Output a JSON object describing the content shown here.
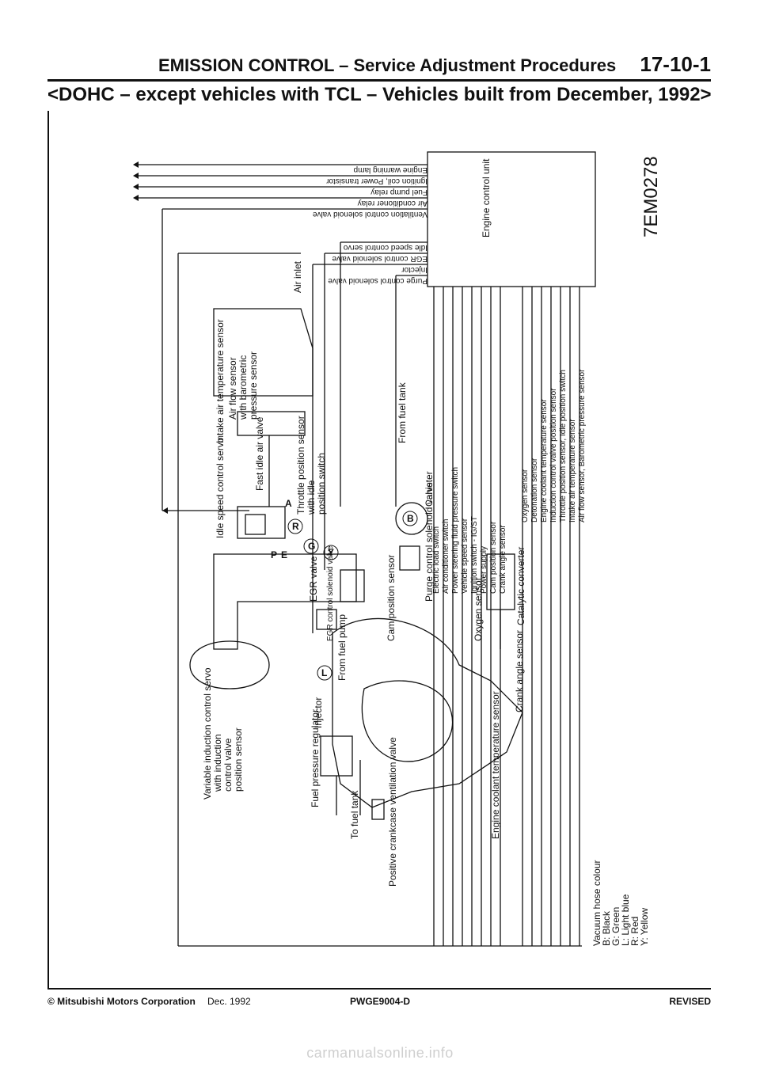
{
  "header": {
    "title": "EMISSION CONTROL – Service Adjustment Procedures",
    "page_number": "17-10-1",
    "subtitle": "<DOHC – except vehicles with TCL – Vehicles built from December, 1992>"
  },
  "diagram": {
    "code": "7EM0278",
    "ecu_label": "Engine control unit",
    "ecu_outputs": [
      "Engine warning lamp",
      "Ignition coil, Power transistor",
      "Fuel pump relay",
      "Air conditioner relay",
      "Ventilation control solenoid valve",
      "Idle speed control servo",
      "EGR control solenoid valve",
      "Injector",
      "Purge control solenoid valve"
    ],
    "ecu_inputs_a": [
      "Electric load switch",
      "Air conditioner switch",
      "Power steering fluid pressure switch",
      "Vehicle speed sensor",
      "Ignition switch - IG/ST",
      "Power supply",
      "Cam position sensor",
      "Crank angle sensor"
    ],
    "ecu_inputs_b": [
      "Oxygen sensor",
      "Detonation sensor",
      "Engine coolant temperature sensor",
      "Induction control valve position sensor",
      "Throttle position sensor, Idle position switch",
      "Intake air temperature sensor",
      "Air flow sensor, Barometric pressure sensor"
    ],
    "components": {
      "intake_air_temp": "Intake air temperature sensor",
      "air_flow": "Air flow sensor",
      "air_flow_detail1": "with barometric",
      "air_flow_detail2": "pressure sensor",
      "air_inlet": "Air inlet",
      "idle_speed": "Idle speed control servo",
      "fast_idle": "Fast idle air valve",
      "throttle_pos": "Throttle position sensor",
      "throttle_detail1": "with idle",
      "throttle_detail2": "position switch",
      "from_fuel_tank": "From fuel tank",
      "canister": "Canister",
      "purge_valve": "Purge control solenoid valve",
      "egr_valve": "EGR valve",
      "egr_solenoid": "EGR control solenoid valve",
      "cam_sensor": "Cam position sensor",
      "oxygen_sensor": "Oxygen sensor",
      "catalytic": "Catalytic converter",
      "from_fuel_pump": "From fuel pump",
      "injector": "Injector",
      "fuel_regulator": "Fuel pressure regulator",
      "variable_induction": "Variable induction control servo",
      "vic_detail1": "with induction",
      "vic_detail2": "control valve",
      "vic_detail3": "position sensor",
      "to_fuel_tank": "To fuel tank",
      "pcv": "Positive crankcase ventilation valve",
      "crank_sensor": "Crank angle sensor",
      "coolant_sensor": "Engine coolant temperature sensor"
    },
    "hose_letters": [
      "A",
      "B",
      "G",
      "L",
      "R",
      "Y",
      "P",
      "E"
    ],
    "legend": {
      "title": "Vacuum hose colour",
      "items": [
        "B: Black",
        "G: Green",
        "L: Light blue",
        "R: Red",
        "Y: Yellow"
      ]
    }
  },
  "footer": {
    "copyright": "© Mitsubishi Motors Corporation",
    "date": "Dec. 1992",
    "code": "PWGE9004-D",
    "status": "REVISED"
  },
  "watermark": "carmanualsonline.info"
}
